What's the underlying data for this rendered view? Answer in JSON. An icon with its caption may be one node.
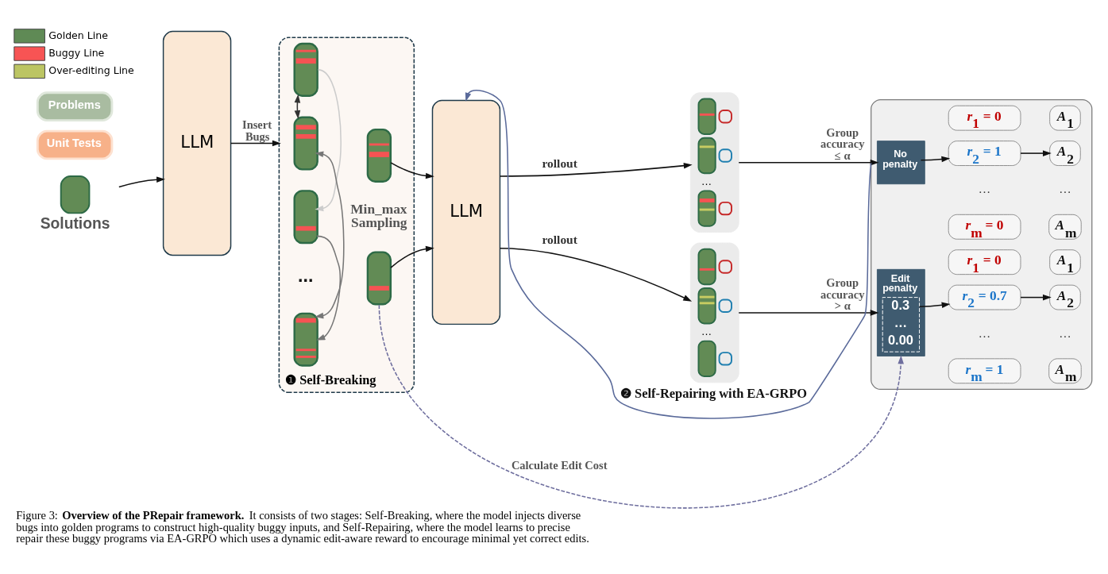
{
  "diagram": {
    "caption": "Figure 3: **Overview of the PRepair framework.** It consists of two stages: Self-Breaking, where the model injects diverse bugs into golden programs to construct high-quality buggy inputs, and Self-Repairing, where the model learns to precise repair these buggy programs via EA-GRPO which uses a dynamic edit-aware reward to encourage minimal yet correct edits.",
    "nodes": [
      {
        "text": [
          "Problems"
        ]
      },
      {
        "text": [
          "Unit Tests"
        ]
      },
      {
        "text": [
          "Solutions"
        ]
      },
      {
        "text": [
          "LLM"
        ]
      },
      {
        "text": [
          "❶ Self-Breaking"
        ]
      },
      {
        "text": [],
        "shape": "box",
        "in": 4
      },
      {
        "text": [],
        "shape": "box",
        "in": 4
      },
      {
        "text": [],
        "shape": "box",
        "in": 4
      },
      {
        "text": [],
        "shape": "box",
        "in": 4
      },
      {
        "text": [],
        "shape": "box",
        "in": 4
      },
      {
        "text": [],
        "shape": "box",
        "in": 4
      },
      {
        "text": [
          "LLM"
        ]
      },
      {
        "text": [
          "…"
        ]
      },
      {
        "text": [
          "…"
        ]
      },
      {
        "text": [],
        "shape": "box"
      },
      {
        "text": [
          "No penalty"
        ],
        "in": 14
      },
      {
        "text": [
          "*r*$_{1}$ = 0"
        ],
        "in": 14
      },
      {
        "text": [
          "*r*$_{2}$ = 1"
        ],
        "in": 14
      },
      {
        "text": [
          "*r*$_{m}$ = 0"
        ],
        "in": 14
      },
      {
        "text": [
          "*A*$_{1}$"
        ],
        "in": 14
      },
      {
        "text": [
          "*A*$_{2}$"
        ],
        "in": 14
      },
      {
        "text": [
          "*A*$_{m}$"
        ],
        "in": 14
      },
      {
        "text": [
          "Edit penalty",
          "0.3",
          "…",
          "0.00"
        ],
        "in": 14
      },
      {
        "text": [
          "*r*$_{1}$ = 0"
        ],
        "in": 14
      },
      {
        "text": [
          "*r*$_{2}$ = 0.7"
        ],
        "in": 14
      },
      {
        "text": [
          "*r*$_{m}$ = 1"
        ],
        "in": 14
      },
      {
        "text": [
          "*A*$_{1}$"
        ],
        "in": 14
      },
      {
        "text": [
          "*A*$_{2}$"
        ],
        "in": 14
      },
      {
        "text": [
          "*A*$_{m}$"
        ],
        "in": 14
      }
    ],
    "edges": [
      {
        "from": 14,
        "to": 11,
        "arrow": "to",
        "label": "❷ Self-Repairing with EA-GRPO",
        "color": "#5a6a9a"
      },
      {
        "from": 2,
        "to": 3,
        "arrow": "to"
      },
      {
        "from": 3,
        "to": 4,
        "arrow": "to",
        "label": "Insert Bugs"
      },
      {
        "from": 5,
        "to": 6,
        "arrow": "both",
        "color": "#333333"
      },
      {
        "from": 5,
        "to": 7,
        "arrow": "to",
        "color": "#cccccc"
      },
      {
        "from": 6,
        "to": 8,
        "arrow": "both",
        "color": "#777777"
      },
      {
        "from": 7,
        "to": 8,
        "arrow": "to",
        "color": "#777777"
      },
      {
        "from": 9,
        "to": 11,
        "arrow": "to"
      },
      {
        "from": 10,
        "to": 11,
        "arrow": "to"
      },
      {
        "from": 11,
        "to": 12,
        "arrow": "to",
        "label": "rollout"
      },
      {
        "from": 11,
        "to": 13,
        "arrow": "to",
        "label": "rollout"
      },
      {
        "from": 12,
        "to": 15,
        "arrow": "to",
        "label": "Group accuracy ≤ α"
      },
      {
        "from": 13,
        "to": 22,
        "arrow": "to",
        "label": "Group accuracy > α"
      },
      {
        "from": 15,
        "to": 17,
        "arrow": "to"
      },
      {
        "from": 17,
        "to": 20,
        "arrow": "to"
      },
      {
        "from": 22,
        "to": 24,
        "arrow": "to"
      },
      {
        "from": 24,
        "to": 27,
        "arrow": "to"
      },
      {
        "from": 10,
        "to": 22,
        "arrow": "to",
        "label": "Calculate Edit Cost",
        "style": "dashed",
        "color": "#6e6e9e"
      }
    ],
    "labels": [
      "…",
      "…",
      "Min_max Sampling",
      "...",
      "…",
      "…"
    ],
    "legend": [
      {
        "text": "Golden Line",
        "color": "#5f8a55"
      },
      {
        "text": "Buggy Line",
        "color": "#f75454"
      },
      {
        "text": "Over-editing Line",
        "color": "#bcc563"
      }
    ]
  }
}
